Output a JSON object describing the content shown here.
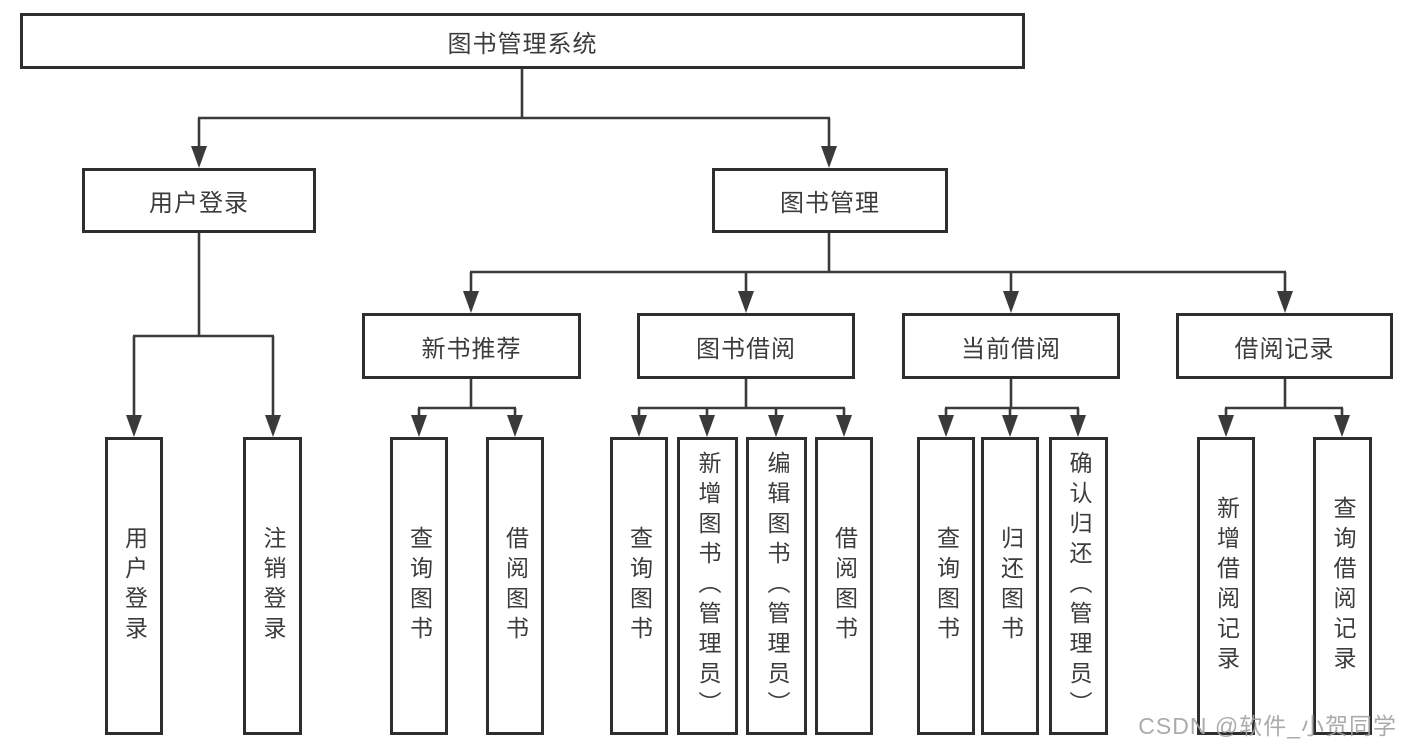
{
  "diagram": {
    "title": "图书管理系统",
    "watermark": "CSDN @软件_小贺同学",
    "colors": {
      "line": "#3a3a3a",
      "border": "#2e2e2e",
      "text": "#3c3c3c",
      "background": "#ffffff",
      "watermark": "#a3a3a3"
    },
    "tree": {
      "root": {
        "label": "图书管理系统",
        "children": [
          {
            "label": "用户登录",
            "children": [
              {
                "label": "用户登录"
              },
              {
                "label": "注销登录"
              }
            ]
          },
          {
            "label": "图书管理",
            "children": [
              {
                "label": "新书推荐",
                "children": [
                  {
                    "label": "查询图书"
                  },
                  {
                    "label": "借阅图书"
                  }
                ]
              },
              {
                "label": "图书借阅",
                "children": [
                  {
                    "label": "查询图书"
                  },
                  {
                    "label": "新增图书（管理员）"
                  },
                  {
                    "label": "编辑图书（管理员）"
                  },
                  {
                    "label": "借阅图书"
                  }
                ]
              },
              {
                "label": "当前借阅",
                "children": [
                  {
                    "label": "查询图书"
                  },
                  {
                    "label": "归还图书"
                  },
                  {
                    "label": "确认归还（管理员）"
                  }
                ]
              },
              {
                "label": "借阅记录",
                "children": [
                  {
                    "label": "新增借阅记录"
                  },
                  {
                    "label": "查询借阅记录"
                  }
                ]
              }
            ]
          }
        ]
      }
    }
  }
}
